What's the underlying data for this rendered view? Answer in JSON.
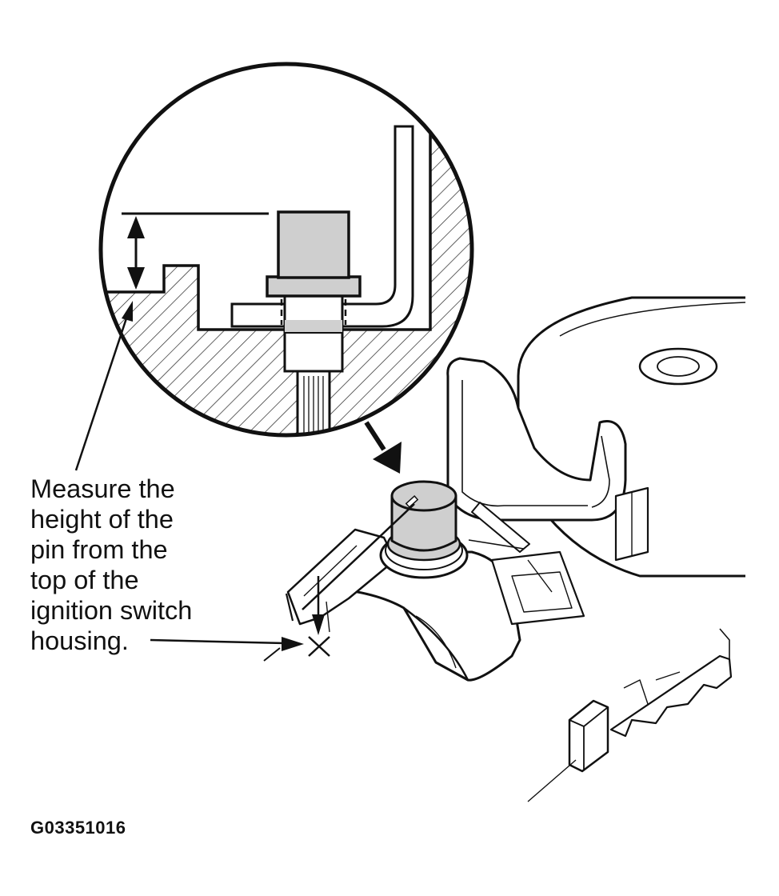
{
  "callout": {
    "lines": [
      "Measure the",
      "height of the",
      "pin from the",
      "top of the",
      "ignition switch",
      "housing."
    ]
  },
  "figure_id": "G03351016",
  "colors": {
    "ink": "#111111",
    "pin_fill": "#cfcfcf",
    "background": "#ffffff"
  }
}
